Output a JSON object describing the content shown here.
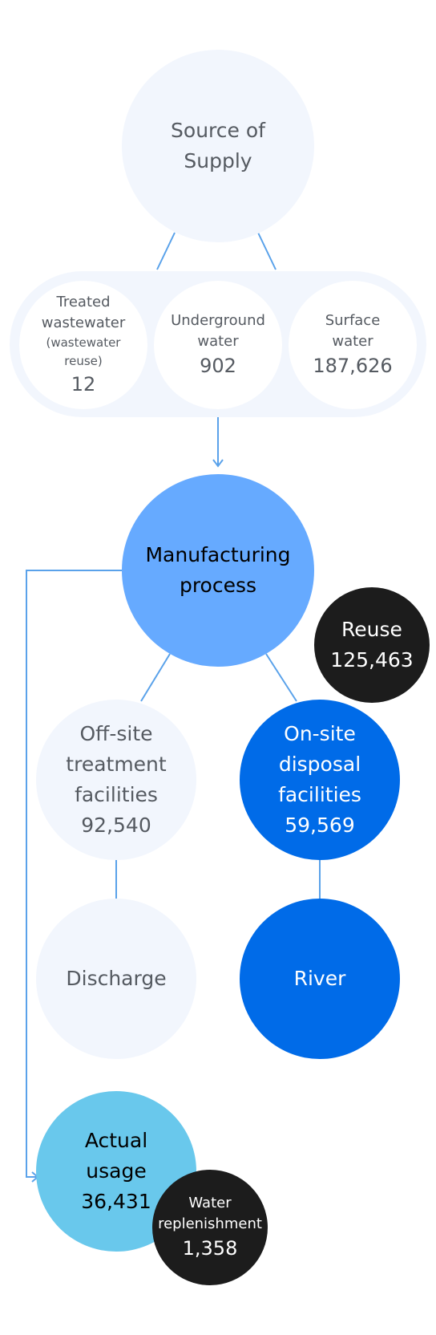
{
  "nodes": {
    "source": {
      "label_line1": "Source of",
      "label_line2": "Supply"
    },
    "treated": {
      "label_line1": "Treated",
      "label_line2": "wastewater",
      "note_line1": "(wastewater",
      "note_line2": "reuse)",
      "value": "12"
    },
    "underground": {
      "label_line1": "Underground",
      "label_line2": "water",
      "value": "902"
    },
    "surface": {
      "label_line1": "Surface",
      "label_line2": "water",
      "value": "187,626"
    },
    "manufacturing": {
      "label_line1": "Manufacturing",
      "label_line2": "process"
    },
    "reuse": {
      "label": "Reuse",
      "value": "125,463"
    },
    "offsite": {
      "label_line1": "Off-site",
      "label_line2": "treatment",
      "label_line3": "facilities",
      "value": "92,540"
    },
    "onsite": {
      "label_line1": "On-site",
      "label_line2": "disposal",
      "label_line3": "facilities",
      "value": "59,569"
    },
    "discharge": {
      "label": "Discharge"
    },
    "river": {
      "label": "River"
    },
    "actual": {
      "label_line1": "Actual",
      "label_line2": "usage",
      "value": "36,431"
    },
    "replenishment": {
      "label_line1": "Water",
      "label_line2": "replenishment",
      "value": "1,358"
    }
  },
  "colors": {
    "light_fill": "#f2f6fd",
    "manufacturing_fill": "#66aaff",
    "onsite_fill": "#006be8",
    "actual_fill": "#69c8ec",
    "dark_fill": "#1c1c1c",
    "connector": "#5aa2ea",
    "text_gray": "#555a61"
  }
}
